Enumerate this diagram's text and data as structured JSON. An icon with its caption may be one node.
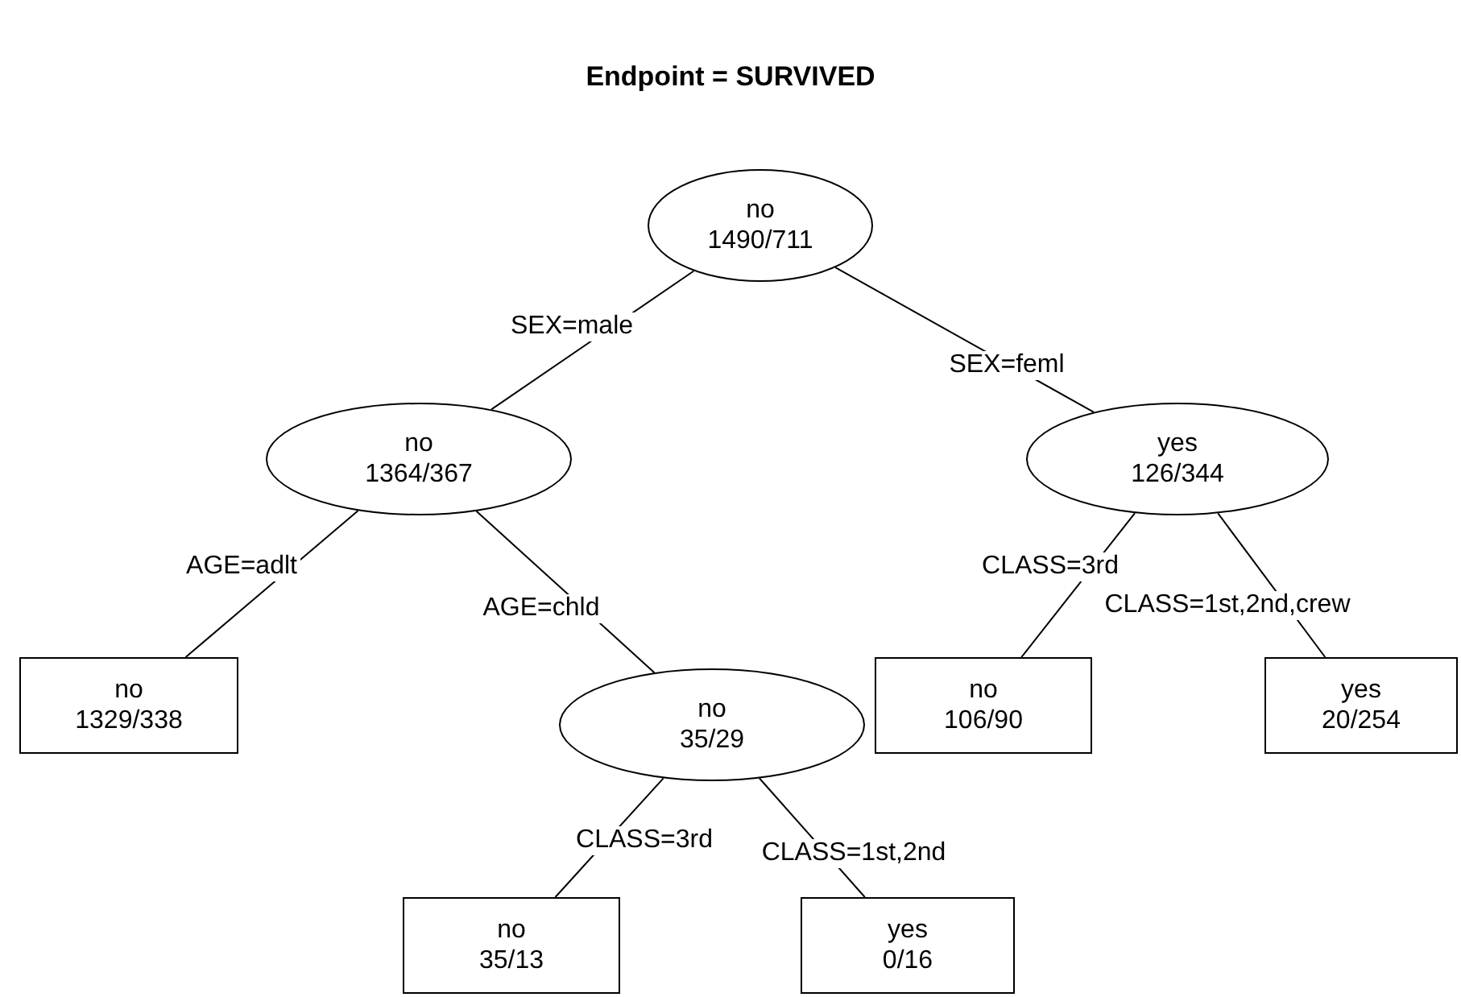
{
  "diagram": {
    "title": "Endpoint = SURVIVED",
    "nodes": [
      {
        "text": [
          "no",
          "1490/711"
        ]
      },
      {
        "text": [
          "no",
          "1364/367"
        ]
      },
      {
        "text": [
          "yes",
          "126/344"
        ]
      },
      {
        "text": [
          "no",
          "1329/338"
        ]
      },
      {
        "text": [
          "no",
          "35/29"
        ]
      },
      {
        "text": [
          "no",
          "106/90"
        ]
      },
      {
        "text": [
          "yes",
          "20/254"
        ]
      },
      {
        "text": [
          "no",
          "35/13"
        ]
      },
      {
        "text": [
          "yes",
          "0/16"
        ]
      }
    ],
    "edges": [
      {
        "from": 0,
        "to": 1,
        "arrow": "none",
        "label": "SEX=male"
      },
      {
        "from": 0,
        "to": 2,
        "arrow": "none",
        "label": "SEX=feml"
      },
      {
        "from": 1,
        "to": 3,
        "arrow": "none",
        "label": "AGE=adlt"
      },
      {
        "from": 1,
        "to": 4,
        "arrow": "none",
        "label": "AGE=chld"
      },
      {
        "from": 2,
        "to": 5,
        "arrow": "none",
        "label": "CLASS=3rd"
      },
      {
        "from": 2,
        "to": 6,
        "arrow": "none",
        "label": "CLASS=1st,2nd,crew"
      },
      {
        "from": 4,
        "to": 7,
        "arrow": "none",
        "label": "CLASS=3rd"
      },
      {
        "from": 4,
        "to": 8,
        "arrow": "none",
        "label": "CLASS=1st,2nd"
      }
    ]
  }
}
